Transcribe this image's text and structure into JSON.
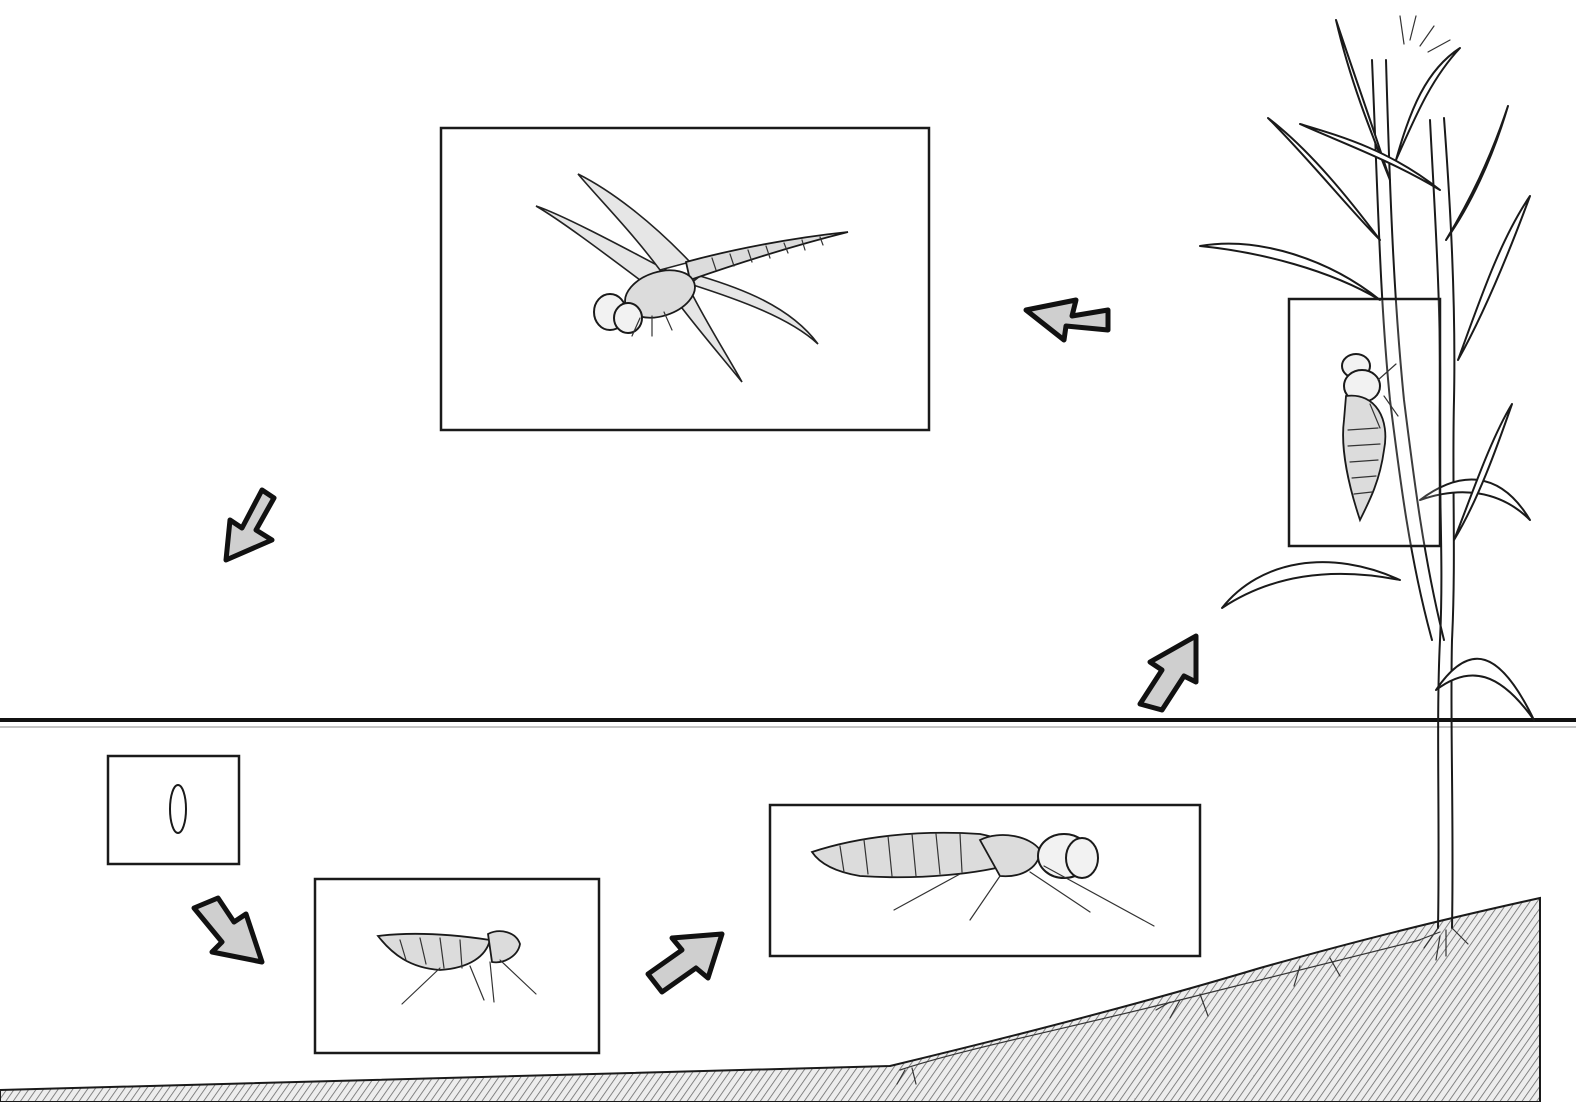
{
  "diagram": {
    "title": "",
    "stages": [
      {
        "id": "egg",
        "label": ""
      },
      {
        "id": "young-nymph",
        "label": ""
      },
      {
        "id": "older-nymph",
        "label": ""
      },
      {
        "id": "emerging-adult",
        "label": ""
      },
      {
        "id": "adult-dragonfly",
        "label": ""
      }
    ],
    "arrows": [
      {
        "from": "egg",
        "to": "young-nymph"
      },
      {
        "from": "young-nymph",
        "to": "older-nymph"
      },
      {
        "from": "older-nymph",
        "to": "emerging-adult"
      },
      {
        "from": "emerging-adult",
        "to": "adult-dragonfly"
      },
      {
        "from": "adult-dragonfly",
        "to": "egg"
      }
    ],
    "colors": {
      "ink": "#1a1a1a",
      "arrow_fill": "#cfcfcf",
      "background": "#ffffff",
      "soil": "#bdbdbd"
    }
  }
}
